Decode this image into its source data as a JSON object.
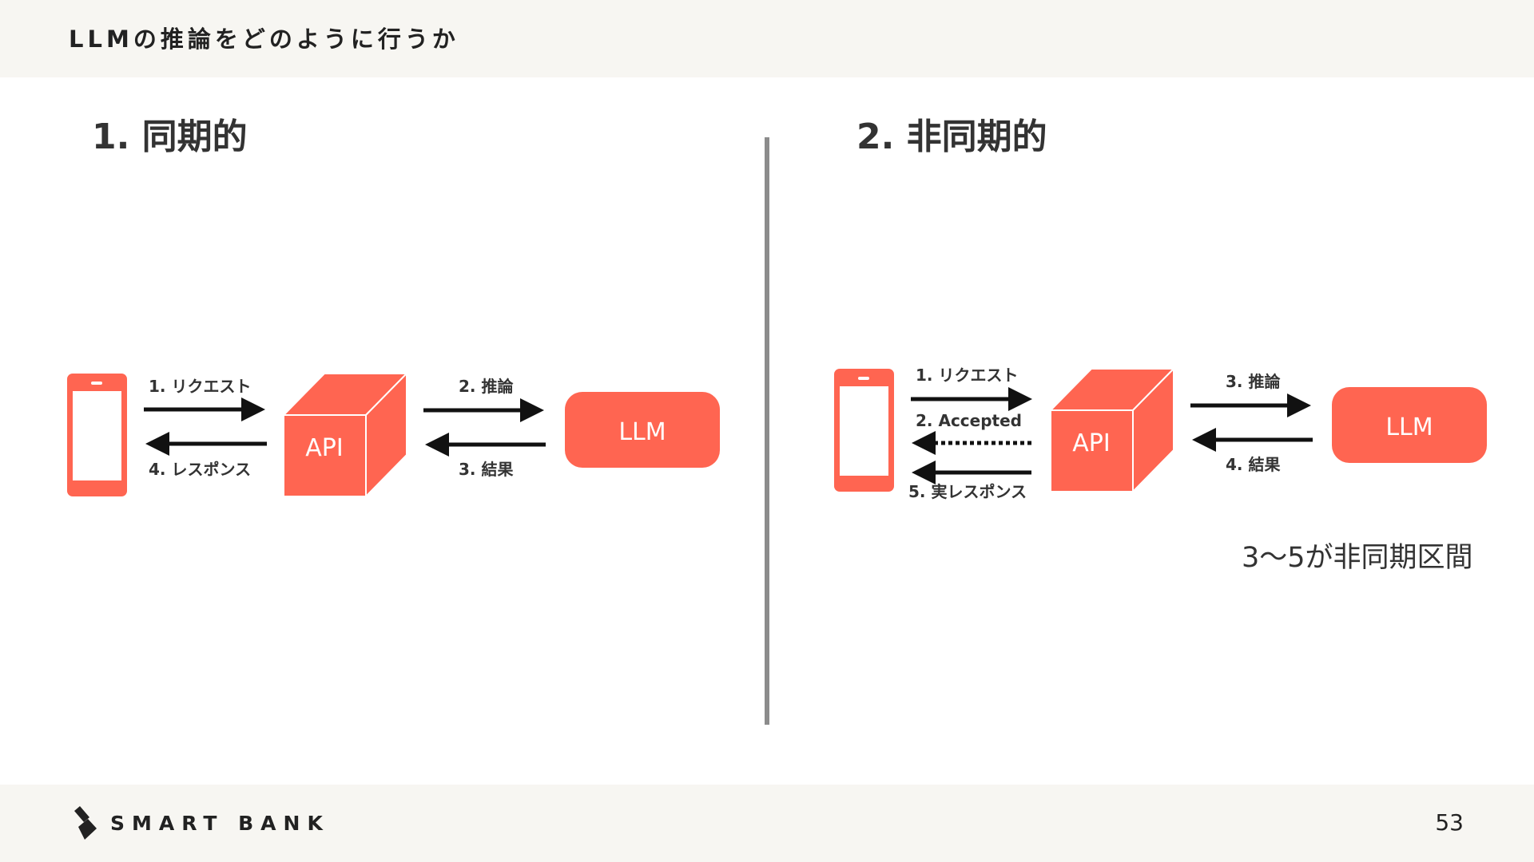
{
  "header": {
    "title": "LLMの推論をどのように行うか"
  },
  "sections": [
    {
      "title": "1. 同期的",
      "nodes": {
        "api": "API",
        "llm": "LLM"
      },
      "arrows": [
        "1. リクエスト",
        "4. レスポンス",
        "2. 推論",
        "3. 結果"
      ]
    },
    {
      "title": "2. 非同期的",
      "nodes": {
        "api": "API",
        "llm": "LLM"
      },
      "arrows": [
        "1. リクエスト",
        "2. Accepted",
        "5. 実レスポンス",
        "3. 推論",
        "4. 結果"
      ],
      "note": "3〜5が非同期区間"
    }
  ],
  "footer": {
    "brand": "SMART BANK",
    "page_number": "53"
  },
  "colors": {
    "accent": "#ff6551",
    "background": "#ffffff",
    "bar": "#f7f6f2",
    "divider": "#8c8c8c"
  }
}
